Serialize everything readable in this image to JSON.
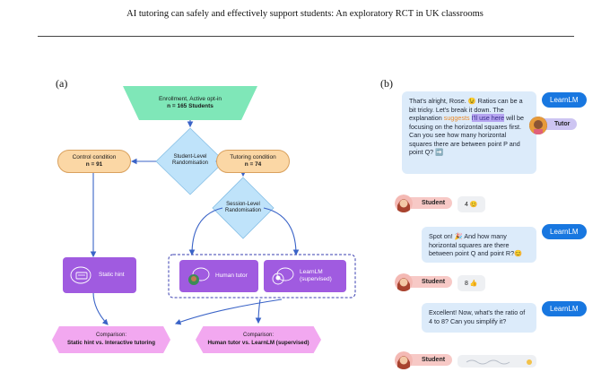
{
  "running_head": "AI tutoring can safely and effectively support students: An exploratory RCT in UK classrooms",
  "panel_a": {
    "label": "(a)",
    "enrollment": {
      "line1": "Enrollment, Active opt-in",
      "line2": "n = 165 Students"
    },
    "student_randomisation": "Student-Level Randomisation",
    "control": {
      "line1": "Control condition",
      "line2": "n = 91"
    },
    "tutoring": {
      "line1": "Tutoring condition",
      "line2": "n = 74"
    },
    "session_randomisation": "Session-Level Randomisation",
    "static_hint": "Static hint",
    "human_tutor": "Human tutor",
    "learnlm_box": {
      "line1": "LearnLM",
      "line2": "(supervised)"
    },
    "compare_left": {
      "title": "Comparison:",
      "body": "Static hint vs. Interactive tutoring"
    },
    "compare_right": {
      "title": "Comparison:",
      "body": "Human tutor vs. LearnLM (supervised)"
    }
  },
  "panel_b": {
    "label": "(b)",
    "msg1": {
      "part1": "That's alright, Rose. ",
      "emoji1": "😉",
      "part2": " Ratios can be a bit tricky. Let's break it down. The explanation ",
      "hl1": "suggests",
      "hl2": "I'll use here",
      "part3": " will be focusing on the horizontal squares first. Can you see how many horizontal squares there are between point P and point Q? ",
      "emoji2": "➡️"
    },
    "learnlm_tag": "LearnLM",
    "tutor_tag": "Tutor",
    "student_tag": "Student",
    "reply1": "4 😊",
    "msg2": {
      "part1": "Spot on! ",
      "emoji1": "🎉",
      "part2": " And how many horizontal squares are there between point Q and point R?",
      "emoji2": "😊"
    },
    "reply2": "8 👍",
    "msg3": "Excellent! Now, what's the ratio of 4 to 8? Can you simplify it?"
  },
  "colors": {
    "enrollment": "#7fe7b8",
    "diamond": "#bfe3fa",
    "condition": "#fbd7a5",
    "arm": "#a05be0",
    "comparison": "#f2a8f0",
    "arrow": "#3a63c7",
    "bubble": "#dcebfa",
    "learnlm": "#1877e0"
  }
}
